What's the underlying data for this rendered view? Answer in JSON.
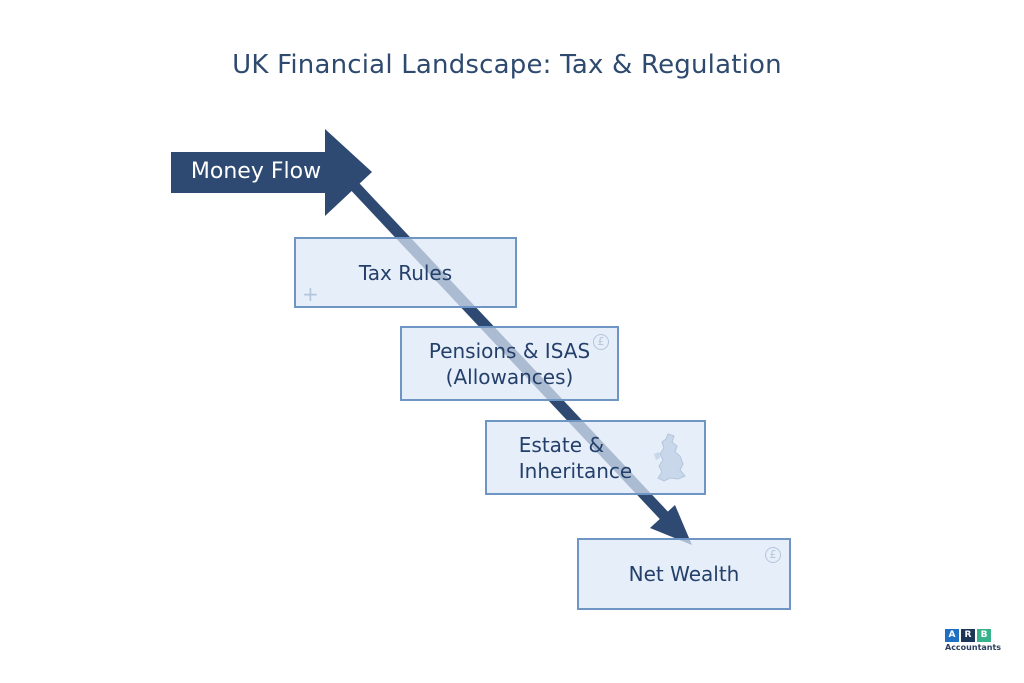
{
  "title": "UK Financial Landscape: Tax & Regulation",
  "flow": {
    "start_label": "Money Flow",
    "stages": [
      {
        "label_lines": [
          "Tax Rules"
        ],
        "icon": "plus-icon"
      },
      {
        "label_lines": [
          "Pensions & ISAS",
          "(Allowances)"
        ],
        "icon": "pound-coin-icon"
      },
      {
        "label_lines": [
          "Estate &",
          "Inheritance"
        ],
        "icon": "uk-map-icon"
      },
      {
        "label_lines": [
          "Net Wealth"
        ],
        "icon": "pound-coin-icon"
      }
    ]
  },
  "logo": {
    "letters": [
      "A",
      "R",
      "B"
    ],
    "text": "Accountants"
  },
  "colors": {
    "arrow": "#2e4a72",
    "box_border": "#6f95c4",
    "box_fill": "#dde8f6",
    "text": "#24406a",
    "logo_a": "#1f6fc2",
    "logo_r": "#1d3557",
    "logo_b": "#38b28a"
  }
}
